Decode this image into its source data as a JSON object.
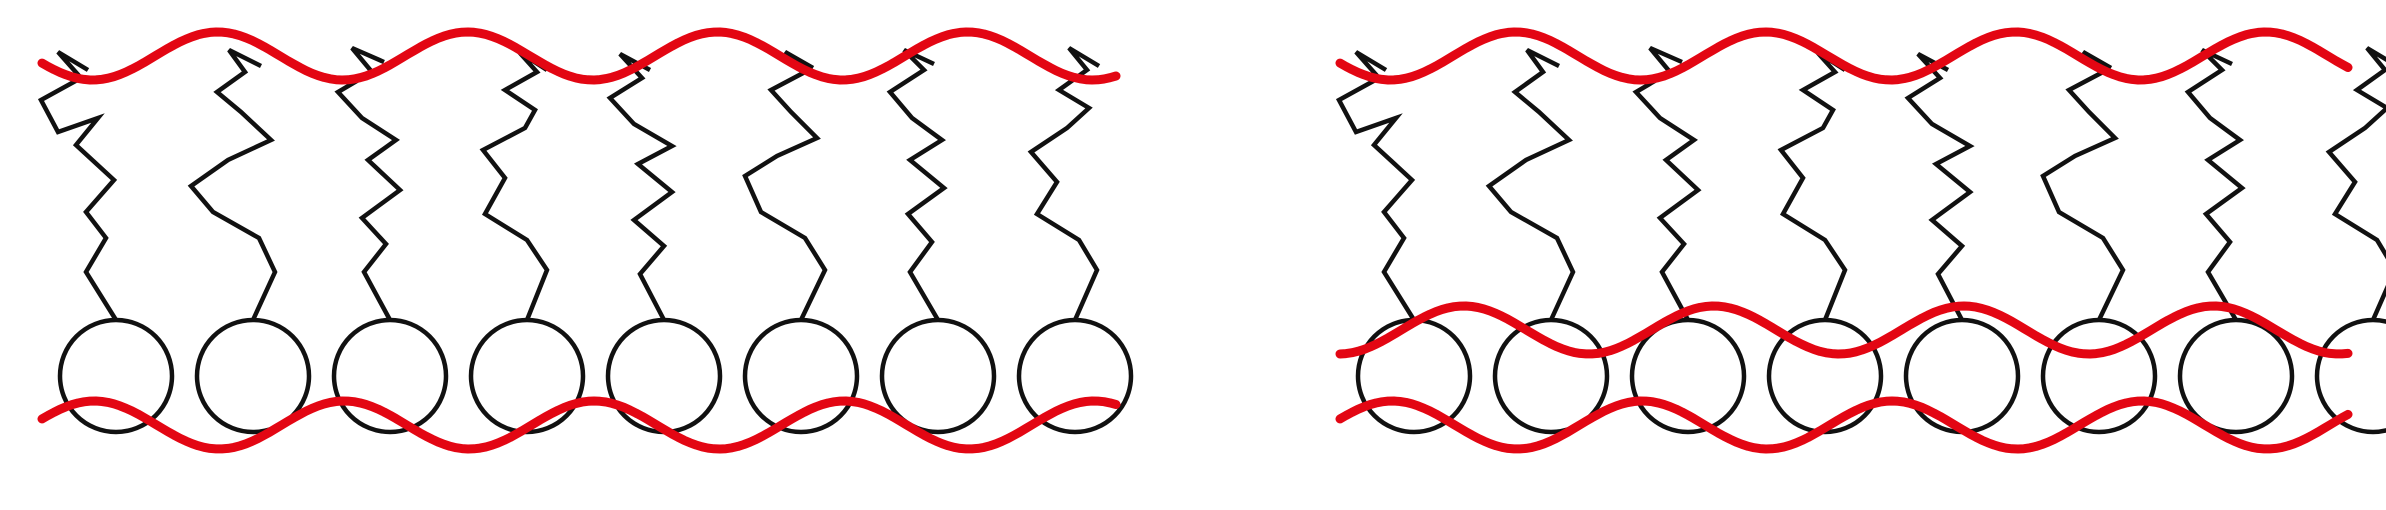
{
  "colors": {
    "background": "#ffffff",
    "molecule": "#111111",
    "wave": "#e30613"
  },
  "panels": [
    {
      "id": "left",
      "molecules": 8,
      "waves": [
        "top",
        "bottom"
      ]
    },
    {
      "id": "right",
      "molecules": 8,
      "waves": [
        "top",
        "middle",
        "bottom"
      ]
    }
  ]
}
